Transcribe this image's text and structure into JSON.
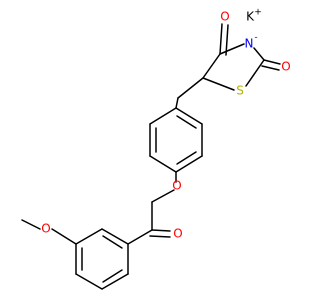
{
  "colors": {
    "bond": "#000000",
    "oxygen": "#ff0000",
    "nitrogen": "#0000ff",
    "sulfur": "#b3b300",
    "potassium": "#000000"
  },
  "atoms": {
    "k_label": "K",
    "k_charge": "+",
    "n_label": "N",
    "n_charge": "-",
    "s_label": "S",
    "o_label": "O"
  }
}
